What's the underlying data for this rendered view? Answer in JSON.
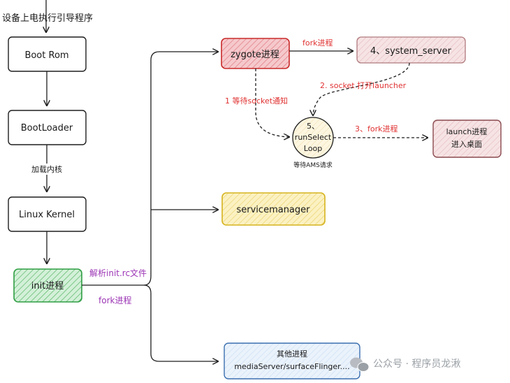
{
  "top_label": "设备上电执行引导程序",
  "nodes": {
    "boot_rom": "Boot Rom",
    "bootloader": "BootLoader",
    "linux_kernel": "Linux Kernel",
    "init": "init进程",
    "zygote": "zygote进程",
    "system_server": "4、system_server",
    "run_select_line1": "5、",
    "run_select_line2": "runSelect",
    "run_select_line3": "Loop",
    "launch_line1": "launch进程",
    "launch_line2": "进入桌面",
    "servicemanager": "servicemanager",
    "other_line1": "其他进程",
    "other_line2": "mediaServer/surfaceFlinger...."
  },
  "labels": {
    "load_kernel": "加载内核",
    "parse_init": "解析init.rc文件",
    "fork_init": "fork进程",
    "fork_zygote": "fork进程",
    "socket_open": "2. socket 打开launcher",
    "wait_socket": "1 等待socket通知",
    "fork_3": "3、fork进程",
    "wait_ams": "等待AMS请求"
  },
  "watermark": "公众号 · 程序员龙湫",
  "colors": {
    "red": "#e03131",
    "purple": "#9c36b5",
    "green": "#2f9e44",
    "yellow": "#f0d040",
    "blue": "#a5c8f0"
  }
}
